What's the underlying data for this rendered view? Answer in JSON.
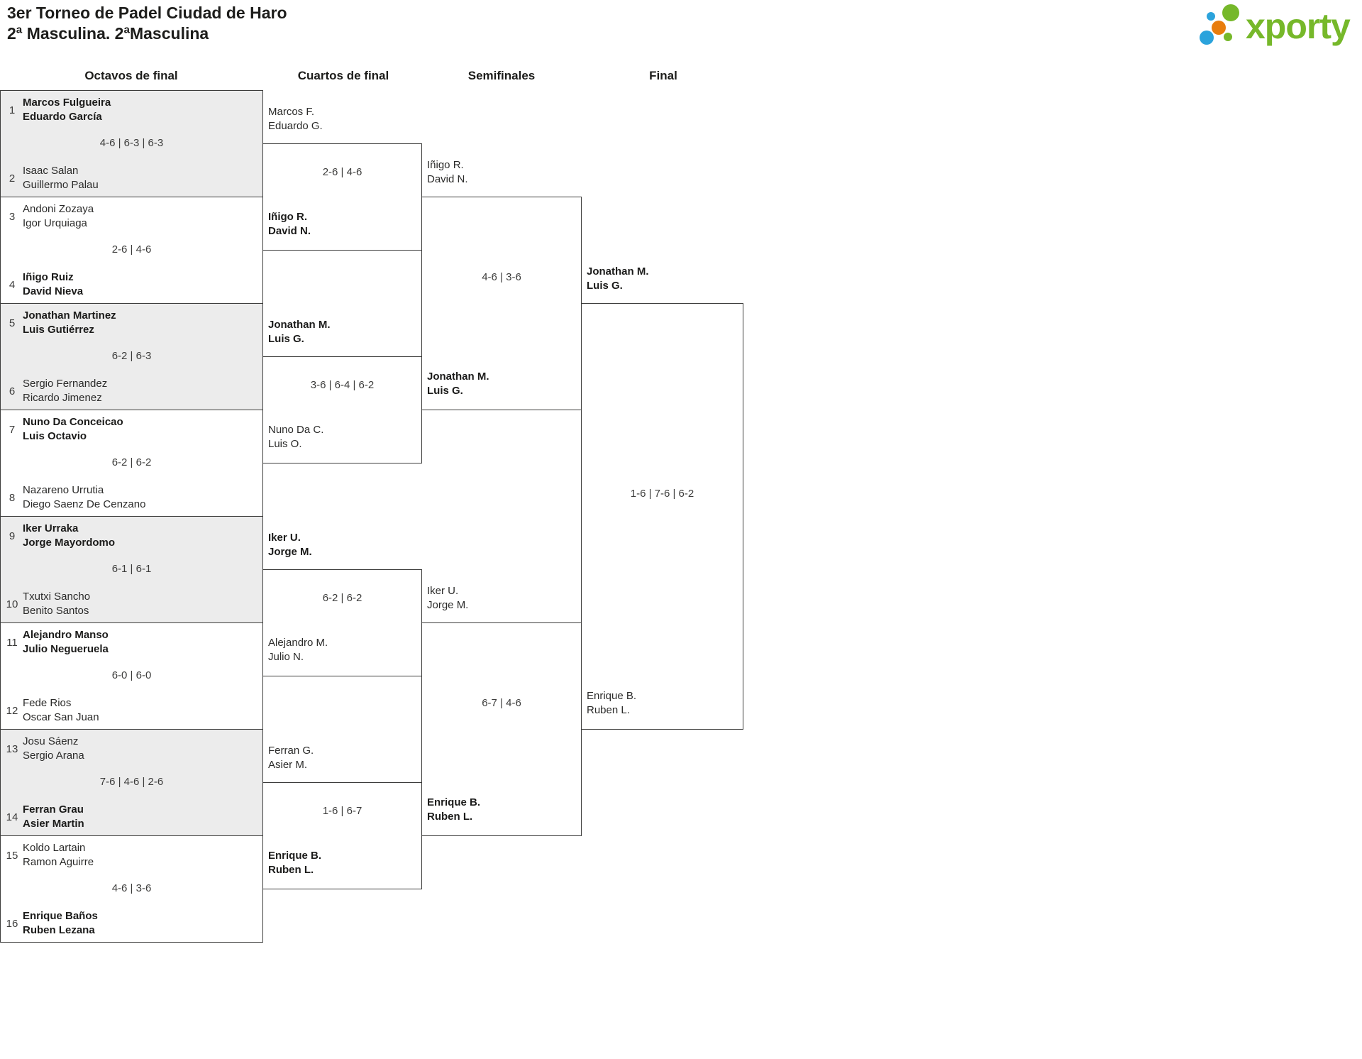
{
  "header": {
    "title_line1": "3er Torneo de Padel Ciudad de Haro",
    "title_line2": "2ª Masculina. 2ªMasculina"
  },
  "logo": {
    "wordmark": "xporty",
    "green": "#76b82a",
    "blue": "#2ba3dc",
    "orange": "#e87d0d"
  },
  "rounds": {
    "r16": "Octavos de final",
    "qf": "Cuartos de final",
    "sf": "Semifinales",
    "final": "Final"
  },
  "colors": {
    "line": "#3c3c3b",
    "shaded_row": "#ececec",
    "text": "#2b2b2a"
  },
  "bracket": {
    "r16": [
      {
        "seed_a": "1",
        "a1": "Marcos Fulgueira",
        "a2": "Eduardo García",
        "a_win": true,
        "score": "4-6 | 6-3 | 6-3",
        "seed_b": "2",
        "b1": "Isaac Salan",
        "b2": "Guillermo Palau",
        "b_win": false
      },
      {
        "seed_a": "3",
        "a1": "Andoni Zozaya",
        "a2": "Igor Urquiaga",
        "a_win": false,
        "score": "2-6 | 4-6",
        "seed_b": "4",
        "b1": "Iñigo Ruiz",
        "b2": "David Nieva",
        "b_win": true
      },
      {
        "seed_a": "5",
        "a1": "Jonathan Martinez",
        "a2": "Luis Gutiérrez",
        "a_win": true,
        "score": "6-2 | 6-3",
        "seed_b": "6",
        "b1": "Sergio Fernandez",
        "b2": "Ricardo Jimenez",
        "b_win": false
      },
      {
        "seed_a": "7",
        "a1": "Nuno Da Conceicao",
        "a2": "Luis Octavio",
        "a_win": true,
        "score": "6-2 | 6-2",
        "seed_b": "8",
        "b1": "Nazareno Urrutia",
        "b2": "Diego Saenz De Cenzano",
        "b_win": false
      },
      {
        "seed_a": "9",
        "a1": "Iker Urraka",
        "a2": "Jorge Mayordomo",
        "a_win": true,
        "score": "6-1 | 6-1",
        "seed_b": "10",
        "b1": "Txutxi Sancho",
        "b2": "Benito Santos",
        "b_win": false
      },
      {
        "seed_a": "11",
        "a1": "Alejandro Manso",
        "a2": "Julio Negueruela",
        "a_win": true,
        "score": "6-0 | 6-0",
        "seed_b": "12",
        "b1": "Fede Rios",
        "b2": "Oscar San Juan",
        "b_win": false
      },
      {
        "seed_a": "13",
        "a1": "Josu Sáenz",
        "a2": "Sergio Arana",
        "a_win": false,
        "score": "7-6 | 4-6 | 2-6",
        "seed_b": "14",
        "b1": "Ferran Grau",
        "b2": "Asier Martin",
        "b_win": true
      },
      {
        "seed_a": "15",
        "a1": "Koldo Lartain",
        "a2": "Ramon Aguirre",
        "a_win": false,
        "score": "4-6 | 3-6",
        "seed_b": "16",
        "b1": "Enrique Baños",
        "b2": "Ruben Lezana",
        "b_win": true
      }
    ],
    "qf": [
      {
        "a1": "Marcos F.",
        "a2": "Eduardo G.",
        "a_win": false,
        "score": "2-6 | 4-6",
        "b1": "Iñigo R.",
        "b2": "David N.",
        "b_win": true
      },
      {
        "a1": "Jonathan M.",
        "a2": "Luis G.",
        "a_win": true,
        "score": "3-6 | 6-4 | 6-2",
        "b1": "Nuno Da C.",
        "b2": "Luis O.",
        "b_win": false
      },
      {
        "a1": "Iker U.",
        "a2": "Jorge M.",
        "a_win": true,
        "score": "6-2 | 6-2",
        "b1": "Alejandro M.",
        "b2": "Julio N.",
        "b_win": false
      },
      {
        "a1": "Ferran G.",
        "a2": "Asier M.",
        "a_win": false,
        "score": "1-6 | 6-7",
        "b1": "Enrique B.",
        "b2": "Ruben L.",
        "b_win": true
      }
    ],
    "sf": [
      {
        "a1": "Iñigo R.",
        "a2": "David N.",
        "a_win": false,
        "score": "4-6 | 3-6",
        "b1": "Jonathan M.",
        "b2": "Luis G.",
        "b_win": true
      },
      {
        "a1": "Iker U.",
        "a2": "Jorge M.",
        "a_win": false,
        "score": "6-7 | 4-6",
        "b1": "Enrique B.",
        "b2": "Ruben L.",
        "b_win": true
      }
    ],
    "final": {
      "a1": "Jonathan M.",
      "a2": "Luis G.",
      "a_win": true,
      "score": "1-6 | 7-6 | 6-2",
      "b1": "Enrique B.",
      "b2": "Ruben L.",
      "b_win": false
    }
  }
}
